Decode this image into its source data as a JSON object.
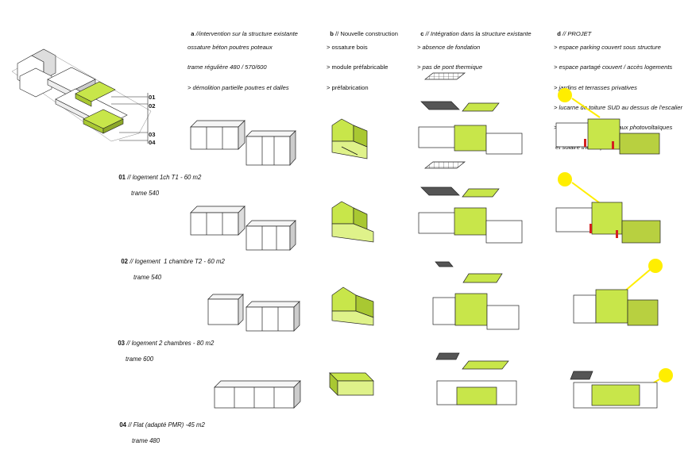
{
  "columns": [
    {
      "letter": "a",
      "title": "//intervention sur la structure existante",
      "lines": [
        "ossature béton poutres poteaux",
        "trame régulière 480 / 570/600",
        "> démolition partielle poutres et dalles"
      ]
    },
    {
      "letter": "b",
      "title": "// Nouvelle construction",
      "lines": [
        "> ossature bois",
        "> module préfabricable",
        "> préfabrication"
      ]
    },
    {
      "letter": "c",
      "title": "// Intégration dans la structure existante",
      "lines": [
        "> absence de fondation",
        "> pas de pont thermique"
      ]
    },
    {
      "letter": "d",
      "title": "// PROJET",
      "lines": [
        "> espace parking couvert sous structure",
        "> espace partagé couvert / accès logements",
        "> jardins et terrasses privatives",
        "> lucarne de toiture SUD au dessus de l'escalier",
        "> implantation de panneaux photovoltaïques",
        " et solaire thermique"
      ]
    }
  ],
  "rows": [
    {
      "num": "01",
      "label": "// logement 1ch T1 - 60 m2",
      "trame": "trame 540"
    },
    {
      "num": "02",
      "label": "// logement  1 chambre T2 - 60 m2",
      "trame": "trame 540"
    },
    {
      "num": "03",
      "label": "// logement 2 chambres - 80 m2",
      "trame": "trame 600"
    },
    {
      "num": "04",
      "label": "// Flat (adapté PMR) -45 m2",
      "trame": "trame 480"
    }
  ],
  "key_labels": [
    "01",
    "02",
    "03",
    "04"
  ],
  "colors": {
    "accent_green": "#c8e64a",
    "sun_yellow": "#ffee00",
    "dark_panel": "#555555",
    "red_marker": "#d42020"
  }
}
